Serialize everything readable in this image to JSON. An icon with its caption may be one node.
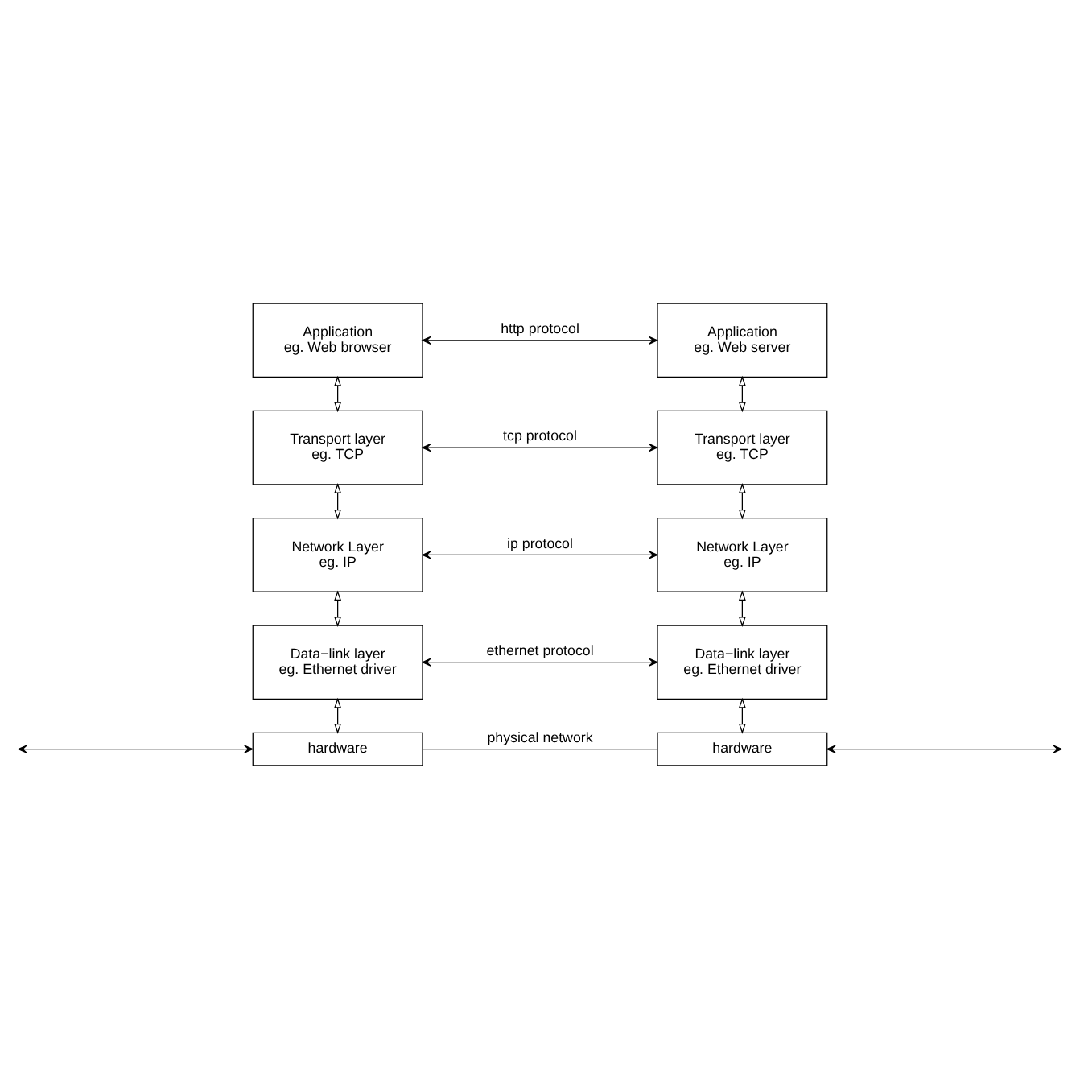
{
  "diagram": {
    "nodes": [
      {
        "text": [
          "Application",
          "eg. Web browser"
        ]
      },
      {
        "text": [
          "Application",
          "eg. Web server"
        ]
      },
      {
        "text": [
          "Transport layer",
          "eg. TCP"
        ]
      },
      {
        "text": [
          "Transport layer",
          "eg. TCP"
        ]
      },
      {
        "text": [
          "Network Layer",
          "eg. IP"
        ]
      },
      {
        "text": [
          "Network Layer",
          "eg. IP"
        ]
      },
      {
        "text": [
          "Data−link layer",
          "eg. Ethernet driver"
        ]
      },
      {
        "text": [
          "Data−link layer",
          "eg. Ethernet driver"
        ]
      },
      {
        "text": [
          "hardware"
        ]
      },
      {
        "text": [
          "hardware"
        ]
      }
    ],
    "edges": [
      {
        "from": 0,
        "to": 1,
        "arrow": "both",
        "label": "http protocol"
      },
      {
        "from": 0,
        "to": 2,
        "arrow": "both"
      },
      {
        "from": 1,
        "to": 3,
        "arrow": "both"
      },
      {
        "from": 2,
        "to": 3,
        "arrow": "both",
        "label": "tcp protocol"
      },
      {
        "from": 2,
        "to": 4,
        "arrow": "both"
      },
      {
        "from": 3,
        "to": 5,
        "arrow": "both"
      },
      {
        "from": 4,
        "to": 5,
        "arrow": "both",
        "label": "ip protocol"
      },
      {
        "from": 4,
        "to": 6,
        "arrow": "both"
      },
      {
        "from": 5,
        "to": 7,
        "arrow": "both"
      },
      {
        "from": 6,
        "to": 7,
        "arrow": "both",
        "label": "ethernet protocol"
      },
      {
        "from": 6,
        "to": 8,
        "arrow": "both"
      },
      {
        "from": 7,
        "to": 9,
        "arrow": "both"
      },
      {
        "from": 8,
        "to": 9,
        "arrow": "none",
        "label": "physical network"
      },
      {
        "from": null,
        "to": 8,
        "arrow": "both"
      },
      {
        "from": 9,
        "to": null,
        "arrow": "both"
      }
    ]
  }
}
